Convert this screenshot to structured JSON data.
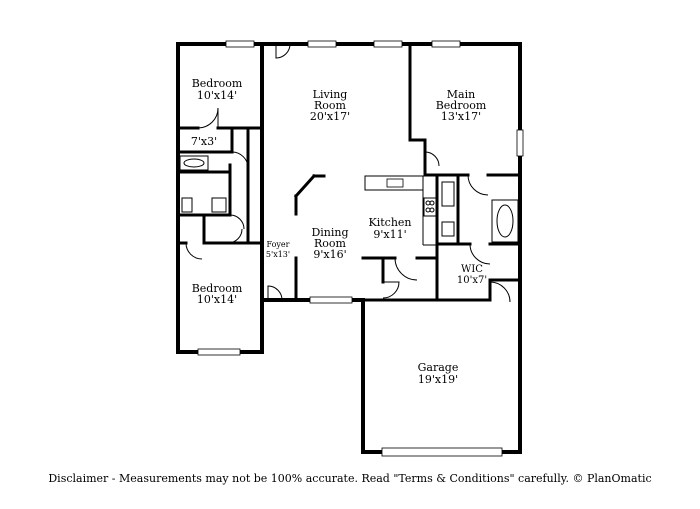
{
  "rooms": {
    "bedroom_top": {
      "name": "Bedroom",
      "dims": "10'x14'"
    },
    "closet_small": {
      "dims": "7'x3'"
    },
    "living": {
      "name_line1": "Living",
      "name_line2": "Room",
      "dims": "20'x17'"
    },
    "main_bedroom": {
      "name_line1": "Main",
      "name_line2": "Bedroom",
      "dims": "13'x17'"
    },
    "kitchen": {
      "name": "Kitchen",
      "dims": "9'x11'"
    },
    "dining": {
      "name_line1": "Dining",
      "name_line2": "Room",
      "dims": "9'x16'"
    },
    "foyer": {
      "name": "Foyer",
      "dims": "5'x13'"
    },
    "bedroom_bottom": {
      "name": "Bedroom",
      "dims": "10'x14'"
    },
    "wic": {
      "name": "WIC",
      "dims": "10'x7'"
    },
    "garage": {
      "name": "Garage",
      "dims": "19'x19'"
    }
  },
  "disclaimer": "Disclaimer - Measurements may not be 100% accurate. Read \"Terms & Conditions\" carefully. © PlanOmatic"
}
